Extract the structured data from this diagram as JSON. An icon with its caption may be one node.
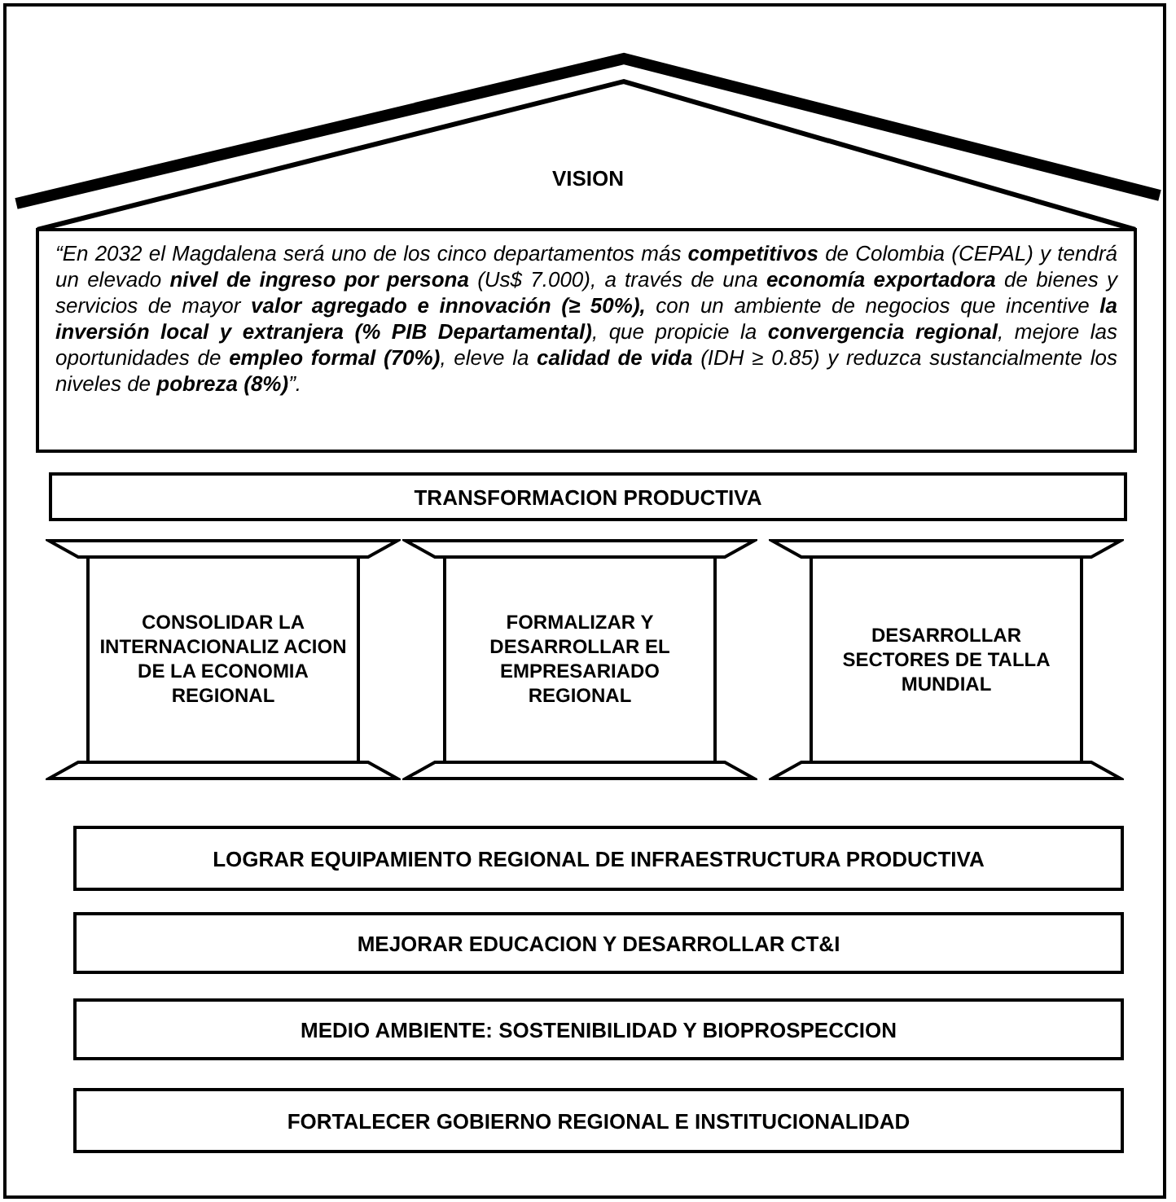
{
  "diagram": {
    "nodes": [
      {
        "text": [
          "VISION"
        ]
      },
      {
        "text": [
          "“En 2032 el Magdalena será uno de los cinco departamentos más **competitivos** de Colombia (CEPAL) y tendrá un elevado **nivel de ingreso por persona** (Us$ 7.000), a través de una **economía exportadora** de bienes y servicios de mayor **valor agregado e innovación (≥ 50%),** con un ambiente de negocios que incentive **la inversión local y extranjera (% PIB Departamental)**, que propicie la **convergencia regional**, mejore las oportunidades de **empleo formal (70%)**, eleve la **calidad de vida** (IDH ≥ 0.85) y reduzca sustancialmente los niveles de **pobreza (8%)**”."
        ],
        "in": 0
      },
      {
        "text": [
          "TRANSFORMACION PRODUCTIVA"
        ]
      },
      {
        "text": [
          "CONSOLIDAR LA INTERNACIONALIZ ACION DE LA ECONOMIA REGIONAL"
        ]
      },
      {
        "text": [
          "FORMALIZAR Y DESARROLLAR EL EMPRESARIADO REGIONAL"
        ]
      },
      {
        "text": [
          "DESARROLLAR SECTORES DE TALLA MUNDIAL"
        ]
      },
      {
        "text": [
          "LOGRAR EQUIPAMIENTO REGIONAL DE INFRAESTRUCTURA PRODUCTIVA"
        ]
      },
      {
        "text": [
          "MEJORAR EDUCACION Y DESARROLLAR CT&I"
        ]
      },
      {
        "text": [
          "MEDIO AMBIENTE: SOSTENIBILIDAD Y BIOPROSPECCION"
        ]
      },
      {
        "text": [
          "FORTALECER GOBIERNO REGIONAL E INSTITUCIONALIDAD"
        ]
      }
    ],
    "edges": []
  }
}
